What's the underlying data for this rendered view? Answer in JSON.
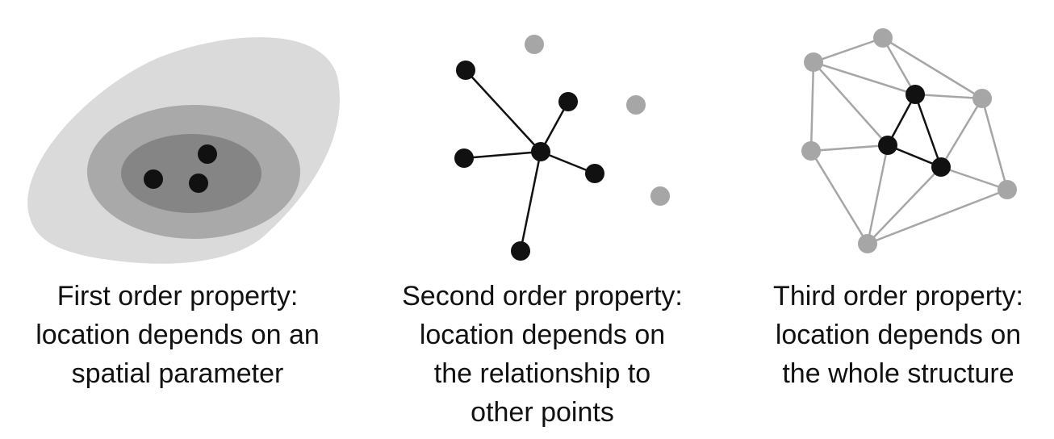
{
  "colors": {
    "outer_region": "#dadada",
    "middle_region": "#a9a9a9",
    "inner_region": "#858585",
    "black_point": "#111111",
    "gray_point": "#a6a6a6",
    "black_edge": "#111111",
    "gray_edge": "#a6a6a6"
  },
  "panels": [
    {
      "name": "first-order",
      "caption": [
        "First order property:",
        "location depends on an",
        "spatial parameter"
      ]
    },
    {
      "name": "second-order",
      "caption": [
        "Second order property:",
        "location depends on",
        "the relationship to",
        "other points"
      ]
    },
    {
      "name": "third-order",
      "caption": [
        "Third order property:",
        "location depends on",
        "the whole structure"
      ]
    }
  ]
}
